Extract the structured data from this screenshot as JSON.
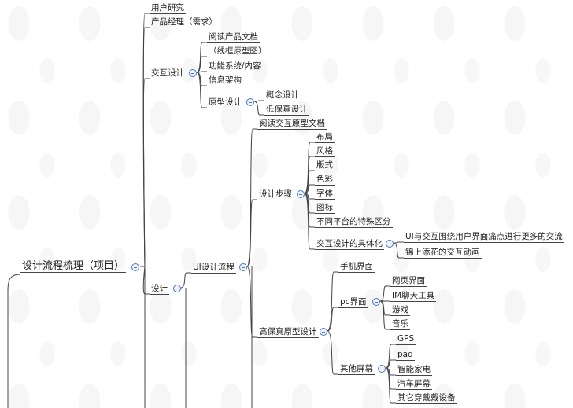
{
  "root": "设计流程梳理（项目）",
  "branches": {
    "user_research": "用户研究",
    "product_manager": "产品经理（需求）",
    "interaction": {
      "label": "交互设计",
      "items": [
        "阅读产品文档",
        "（线框原型图）",
        "功能系统/内容",
        "信息架构"
      ],
      "prototype": {
        "label": "原型设计",
        "items": [
          "概念设计",
          "低保真设计"
        ]
      }
    },
    "design": {
      "label": "设计",
      "ui_flow": {
        "label": "UI设计流程",
        "read_prototype": "阅读交互原型文档",
        "steps": {
          "label": "设计步骤",
          "items": [
            "布局",
            "风格",
            "版式",
            "色彩",
            "字体",
            "图标",
            "不同平台的特殊区分"
          ],
          "concretization": {
            "label": "交互设计的具体化",
            "items": [
              "UI与交互围绕用户界面痛点进行更多的交流",
              "锦上添花的交互动画"
            ]
          }
        },
        "hifi": {
          "label": "高保真原型设计",
          "mobile": "手机界面",
          "pc": {
            "label": "pc界面",
            "items": [
              "网页界面",
              "IM聊天工具",
              "游戏",
              "音乐"
            ]
          },
          "other": {
            "label": "其他屏幕",
            "items": [
              "GPS",
              "pad",
              "智能家电",
              "汽车屏幕",
              "其它穿戴戴设备"
            ]
          }
        }
      }
    }
  },
  "colors": {
    "line": "#444444",
    "toggle": "#4a79c4"
  }
}
